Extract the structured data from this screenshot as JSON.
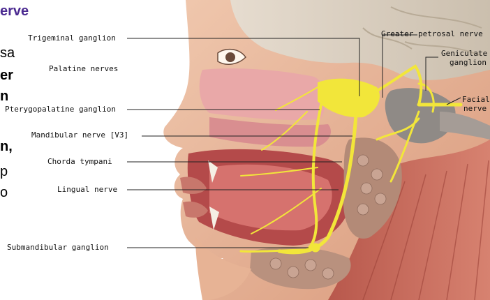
{
  "slide_text": {
    "title_fragment": "erve",
    "line1": "sa",
    "line2": "er",
    "line3": "n",
    "line4": "n,",
    "line5": "p",
    "line6": "o"
  },
  "labels": {
    "trigeminal_ganglion": "Trigeminal ganglion",
    "palatine_nerves": "Palatine nerves",
    "pterygopalatine_ganglion": "Pterygopalatine ganglion",
    "mandibular_nerve": "Mandibular nerve [V3]",
    "chorda_tympani": "Chorda tympani",
    "lingual_nerve": "Lingual nerve",
    "submandibular_ganglion": "Submandibular ganglion",
    "greater_petrosal_nerve": "Greater petrosal nerve",
    "geniculate_line1": "Geniculate",
    "geniculate_line2": "ganglion",
    "facial_line1": "Facial",
    "facial_line2": "nerve"
  },
  "colors": {
    "nerve": "#f2e63a",
    "skin": "#e8b69a",
    "muscle": "#c8706a",
    "mucosa": "#e4a2a2",
    "bone": "#cfc8bb",
    "brain": "#d9cfc1",
    "gland": "#b98e7c",
    "title": "#4b2a91"
  }
}
